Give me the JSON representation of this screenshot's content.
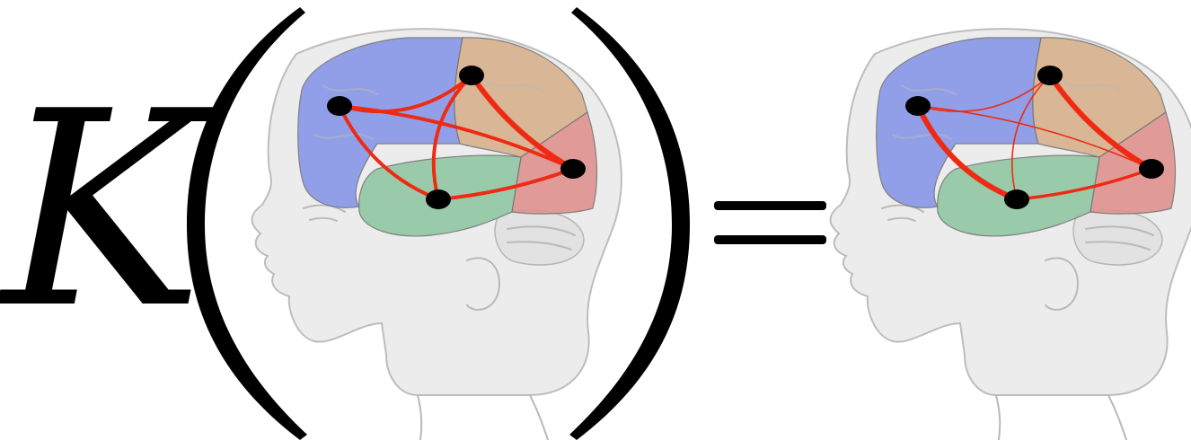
{
  "equation": {
    "operator_symbol": "K",
    "equals_symbol": "="
  },
  "colors": {
    "frontal_lobe": "#8a98e8",
    "parietal_lobe": "#d8b28e",
    "occipital_lobe": "#e09490",
    "temporal_lobe": "#93c8a4",
    "edge": "#ee2a12",
    "node": "#000000",
    "head_outline": "#b9b9b9"
  },
  "networks": {
    "input": {
      "nodes": [
        "frontal",
        "parietal",
        "occipital",
        "temporal"
      ],
      "edges": [
        {
          "from": "frontal",
          "to": "parietal",
          "weight": 0.6
        },
        {
          "from": "frontal",
          "to": "occipital",
          "weight": 0.6
        },
        {
          "from": "frontal",
          "to": "temporal",
          "weight": 0.6
        },
        {
          "from": "parietal",
          "to": "occipital",
          "weight": 1.0
        },
        {
          "from": "parietal",
          "to": "temporal",
          "weight": 0.6
        },
        {
          "from": "temporal",
          "to": "occipital",
          "weight": 0.6
        }
      ]
    },
    "output": {
      "nodes": [
        "frontal",
        "parietal",
        "occipital",
        "temporal"
      ],
      "edges": [
        {
          "from": "frontal",
          "to": "parietal",
          "weight": 0.15
        },
        {
          "from": "frontal",
          "to": "occipital",
          "weight": 0.15
        },
        {
          "from": "frontal",
          "to": "temporal",
          "weight": 1.0
        },
        {
          "from": "parietal",
          "to": "occipital",
          "weight": 1.0
        },
        {
          "from": "parietal",
          "to": "temporal",
          "weight": 0.15
        },
        {
          "from": "temporal",
          "to": "occipital",
          "weight": 0.5
        }
      ]
    }
  }
}
